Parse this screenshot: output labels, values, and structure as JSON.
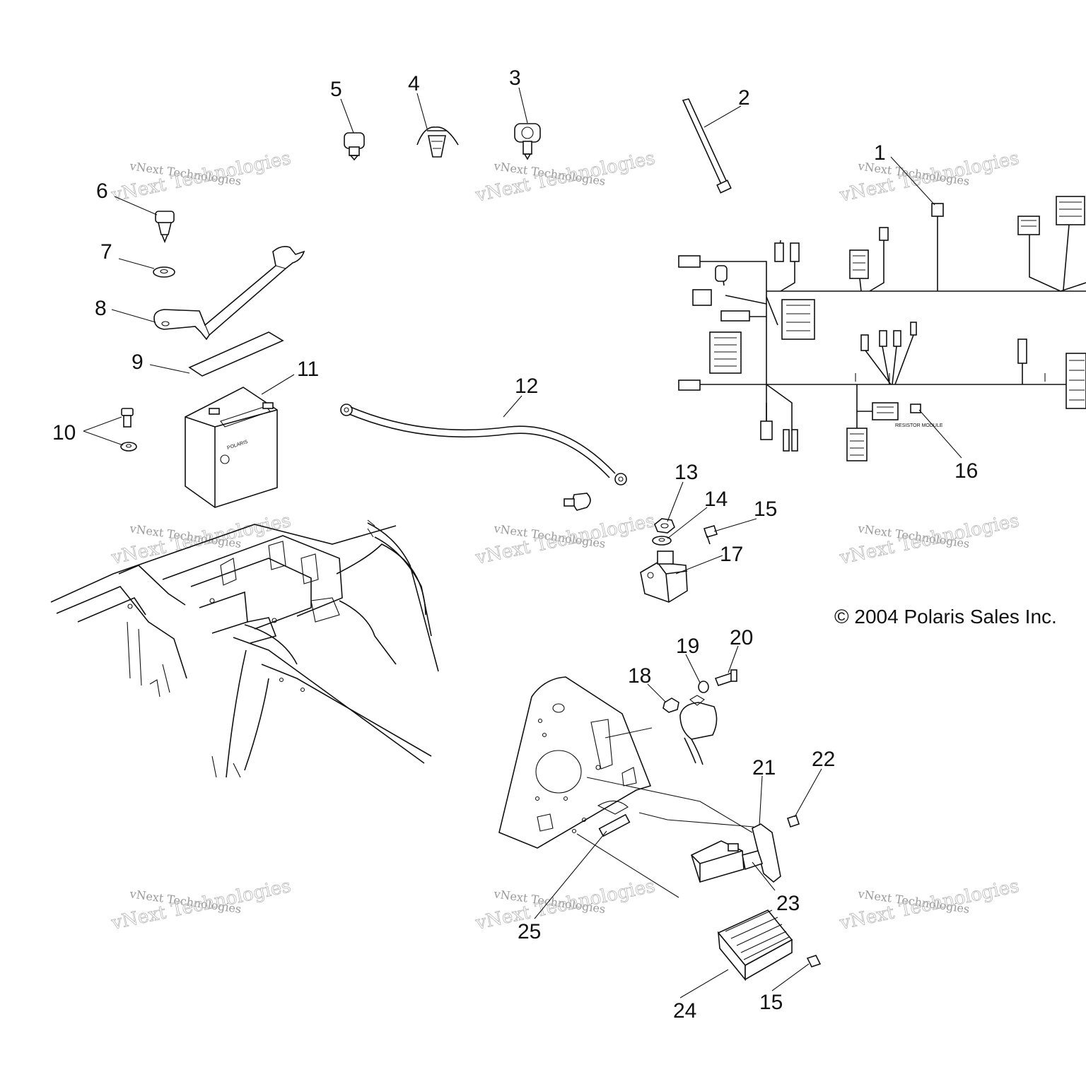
{
  "diagram": {
    "callouts": [
      "1",
      "2",
      "3",
      "4",
      "5",
      "6",
      "7",
      "8",
      "9",
      "10",
      "11",
      "12",
      "13",
      "14",
      "15",
      "16",
      "17",
      "18",
      "19",
      "20",
      "21",
      "22",
      "23",
      "24",
      "25",
      "15"
    ],
    "copyright": "© 2004 Polaris Sales Inc.",
    "battery_brand": "POLARIS",
    "harness_module_label": "RESISTOR MODULE",
    "watermark": {
      "line1": "vNext Technologies",
      "line2": "vNext Technologies"
    }
  }
}
